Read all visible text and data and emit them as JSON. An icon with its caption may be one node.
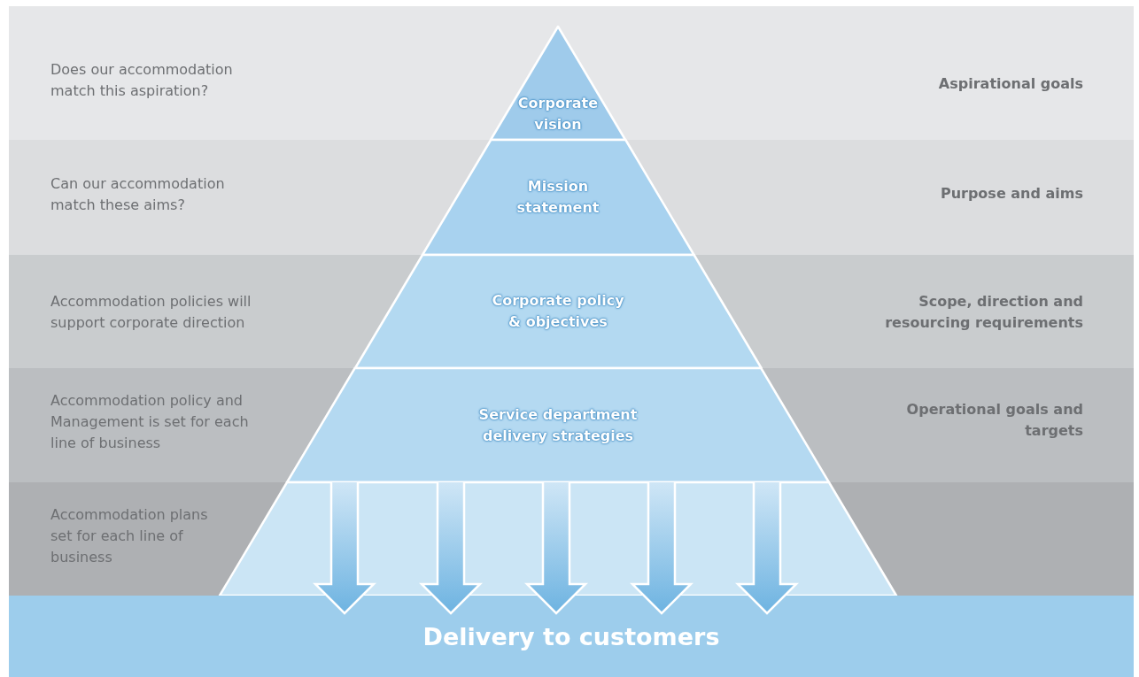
{
  "diagram": {
    "nodes": [
      {
        "text": [
          "Does our accommodation match this aspiration?",
          "Aspirational goals"
        ]
      },
      {
        "text": [
          "Can our accommodation match these aims?",
          "Purpose and aims"
        ]
      },
      {
        "text": [
          "Accommodation policies will support corporate direction",
          "Scope, direction and resourcing requirements"
        ]
      },
      {
        "text": [
          "Accommodation policy and Management is set for each line of business",
          "Operational goals and targets"
        ]
      },
      {
        "text": [
          "Accommodation plans set for each line of business"
        ]
      },
      {
        "text": [
          "Corporate vision"
        ],
        "in": 0
      },
      {
        "text": [
          "Mission statement"
        ],
        "in": 1
      },
      {
        "text": [
          "Corporate policy & objectives"
        ],
        "in": 2
      },
      {
        "text": [
          "Service department delivery strategies"
        ],
        "in": 3
      },
      {
        "text": [],
        "shape": "box",
        "in": 4
      },
      {
        "text": [
          "Delivery to customers"
        ]
      }
    ],
    "edges": [
      {
        "from": 9,
        "to": 10,
        "arrow": "to"
      },
      {
        "from": 9,
        "to": 10,
        "arrow": "to"
      },
      {
        "from": 9,
        "to": 10,
        "arrow": "to"
      },
      {
        "from": 9,
        "to": 10,
        "arrow": "to"
      },
      {
        "from": 9,
        "to": 10,
        "arrow": "to"
      }
    ]
  }
}
